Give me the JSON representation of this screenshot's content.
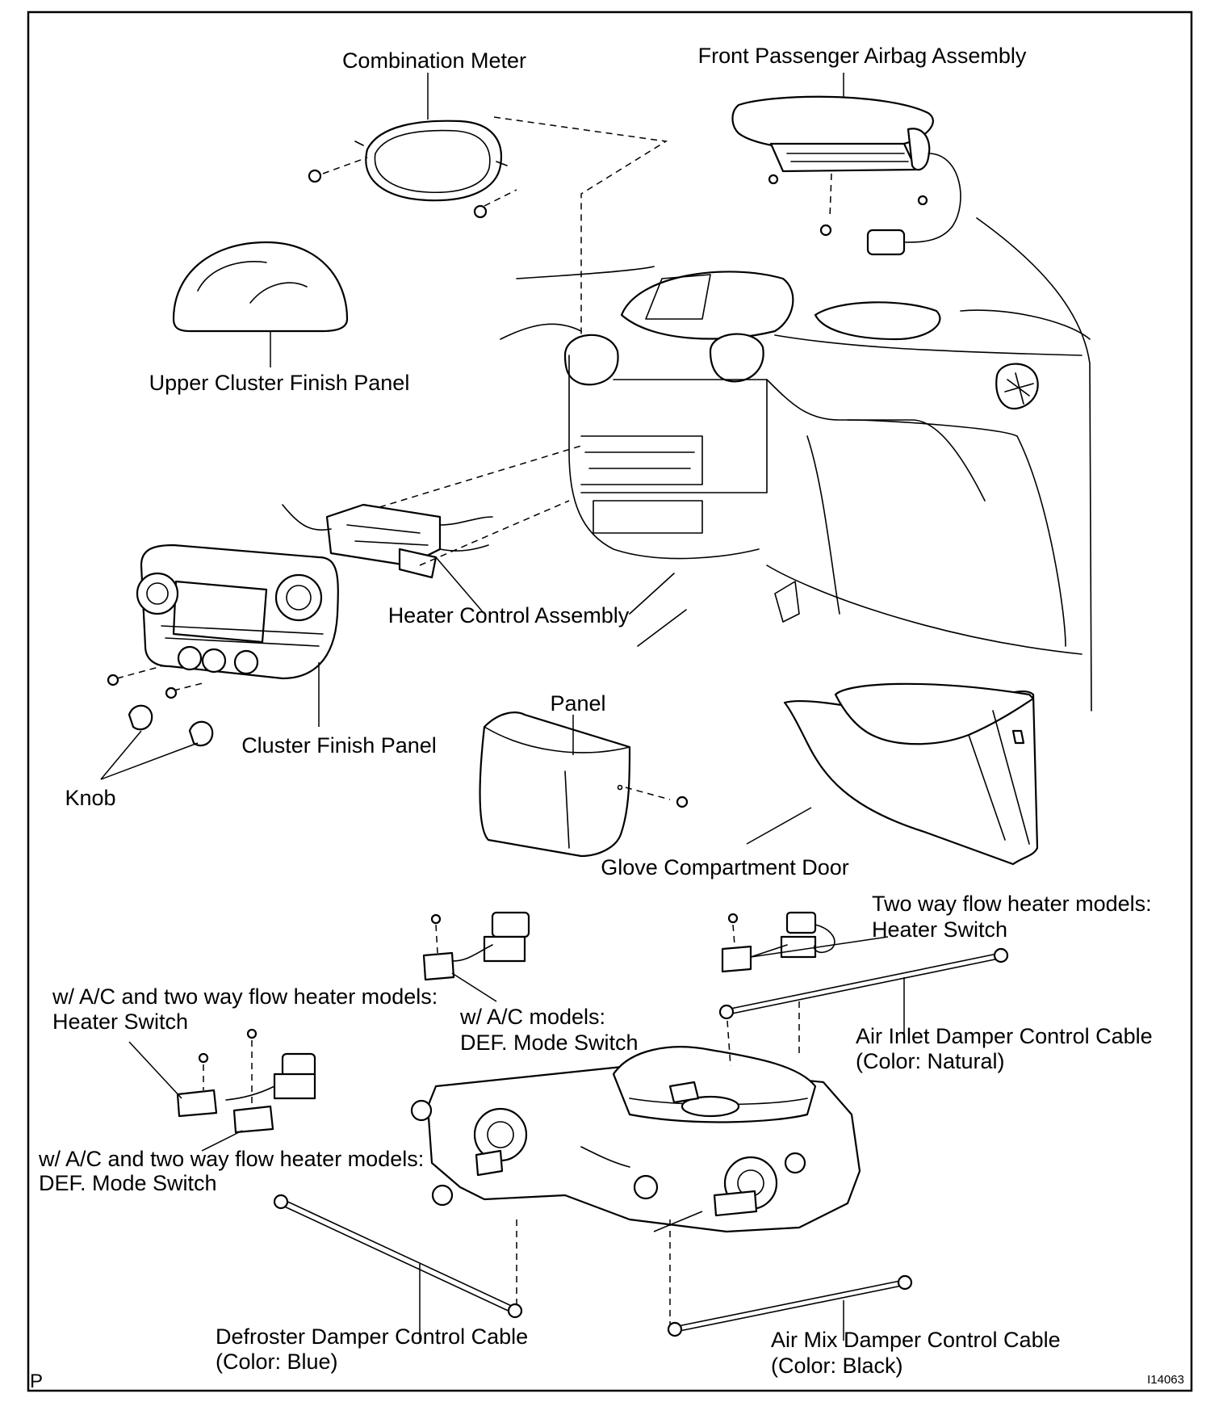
{
  "labels": {
    "combination_meter": "Combination Meter",
    "front_passenger_airbag": "Front Passenger Airbag Assembly",
    "upper_cluster_finish_panel": "Upper Cluster Finish Panel",
    "heater_control_assembly": "Heater Control Assembly",
    "cluster_finish_panel": "Cluster Finish Panel",
    "knob": "Knob",
    "panel": "Panel",
    "glove_compartment_door": "Glove Compartment Door",
    "two_way_heater_switch": {
      "line1": "Two way flow heater models:",
      "line2": "Heater Switch"
    },
    "ac_def_mode_switch": {
      "line1": "w/ A/C models:",
      "line2": "DEF. Mode Switch"
    },
    "ac_two_way_heater_switch": {
      "line1": "w/ A/C and two way flow heater models:",
      "line2": "Heater Switch"
    },
    "ac_two_way_def_mode_switch": {
      "line1": "w/ A/C and two way flow heater models:",
      "line2": "DEF. Mode Switch"
    },
    "air_inlet_cable": {
      "line1": "Air Inlet Damper Control Cable",
      "line2": "(Color: Natural)"
    },
    "defroster_cable": {
      "line1": "Defroster Damper Control Cable",
      "line2": "(Color: Blue)"
    },
    "air_mix_cable": {
      "line1": "Air Mix Damper Control Cable",
      "line2": "(Color: Black)"
    }
  },
  "corner_left": "P",
  "figure_id": "I14063"
}
